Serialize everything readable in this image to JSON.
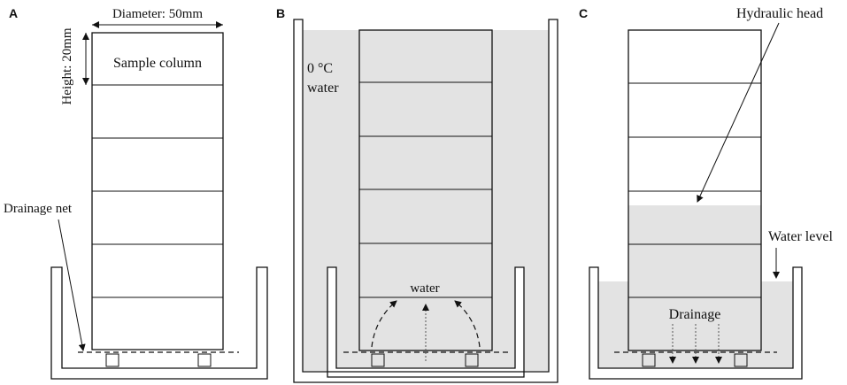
{
  "panels": {
    "a": {
      "letter": "A",
      "diameter_label": "Diameter: 50mm",
      "height_label": "Height: 20mm",
      "column_label": "Sample column",
      "net_label": "Drainage net"
    },
    "b": {
      "letter": "B",
      "bath_label_line1": "0 °C",
      "bath_label_line2": "water",
      "inflow_label": "water"
    },
    "c": {
      "letter": "C",
      "head_label": "Hydraulic head",
      "level_label": "Water level",
      "drain_label": "Drainage"
    }
  },
  "colors": {
    "water_fill": "#e3e3e3",
    "line": "#111111"
  }
}
